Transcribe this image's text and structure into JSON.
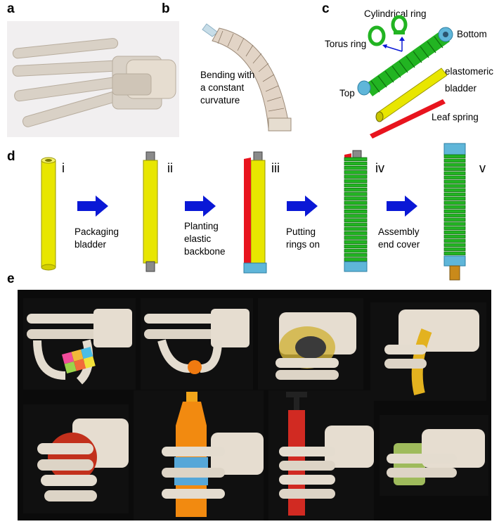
{
  "panels": {
    "a": {
      "label": "a"
    },
    "b": {
      "label": "b",
      "caption_lines": [
        "Bending with",
        "a constant",
        "curvature"
      ]
    },
    "c": {
      "label": "c",
      "labels": {
        "cylindrical_ring": "Cylindrical ring",
        "torus_ring": "Torus ring",
        "bottom": "Bottom",
        "elastomeric": "elastomeric",
        "bladder": "bladder",
        "top": "Top",
        "leaf_spring": "Leaf spring"
      }
    },
    "d": {
      "label": "d",
      "stages": [
        "i",
        "ii",
        "iii",
        "iv",
        "v"
      ],
      "steps": [
        {
          "lines": [
            "Packaging",
            "bladder"
          ]
        },
        {
          "lines": [
            "Planting",
            "elastic",
            "backbone"
          ]
        },
        {
          "lines": [
            "Putting",
            "rings on"
          ]
        },
        {
          "lines": [
            "Assembly",
            "end cover"
          ]
        }
      ]
    },
    "e": {
      "label": "e"
    }
  },
  "colors": {
    "bladder_yellow": "#e8e600",
    "ring_green": "#22b422",
    "spring_red": "#e8141e",
    "cap_blue": "#5fb6d9",
    "arrow_blue": "#0a18d6",
    "finger_beige": "#e6ddd0"
  }
}
